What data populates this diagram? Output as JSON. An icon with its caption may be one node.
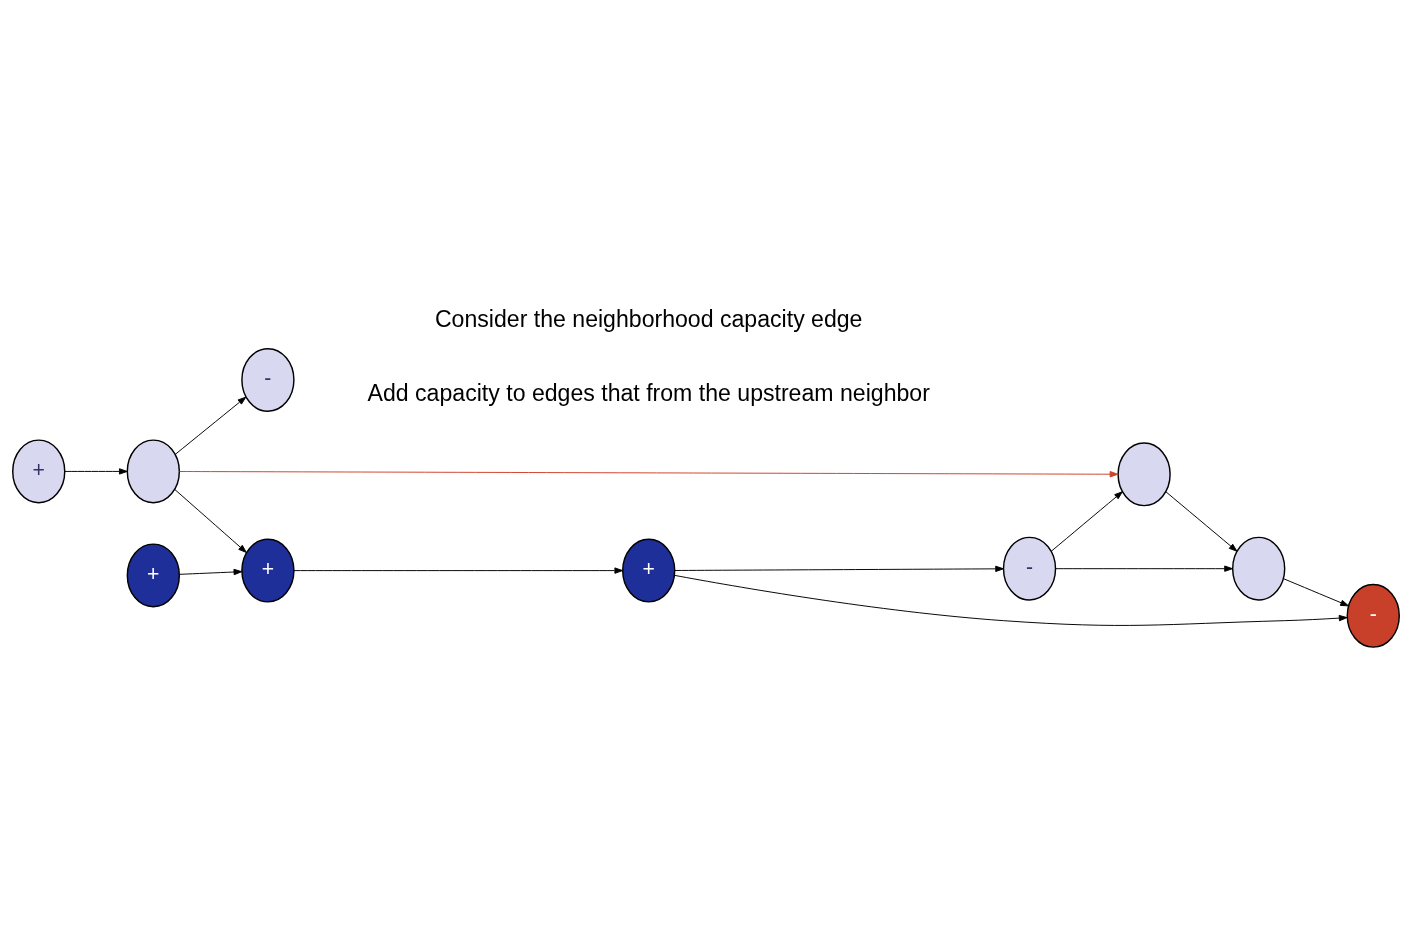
{
  "diagram": {
    "nodes": [
      {
        "text": [
          "+"
        ]
      },
      {
        "text": [],
        "shape": "circle"
      },
      {
        "text": [],
        "shape": "circle"
      },
      {
        "text": [
          "-"
        ]
      },
      {
        "text": [
          "-"
        ]
      },
      {
        "text": [],
        "shape": "circle"
      },
      {
        "text": [
          "+"
        ]
      },
      {
        "text": [
          "+"
        ]
      },
      {
        "text": [
          "-"
        ]
      },
      {
        "text": [
          "+"
        ]
      }
    ],
    "edges": [
      {
        "from": 0,
        "to": 5,
        "arrow": "to"
      },
      {
        "from": 5,
        "to": 1,
        "arrow": "to",
        "color": "#d0402a"
      },
      {
        "from": 1,
        "to": 2,
        "arrow": "to"
      },
      {
        "from": 4,
        "to": 1,
        "arrow": "to"
      },
      {
        "from": 4,
        "to": 2,
        "arrow": "to"
      },
      {
        "from": 2,
        "to": 3,
        "arrow": "to"
      },
      {
        "from": 7,
        "to": 3,
        "arrow": "to"
      },
      {
        "from": 7,
        "to": 4,
        "arrow": "to"
      },
      {
        "from": 5,
        "to": 8,
        "arrow": "to"
      },
      {
        "from": 5,
        "to": 9,
        "arrow": "to"
      },
      {
        "from": 6,
        "to": 9,
        "arrow": "to"
      },
      {
        "from": 9,
        "to": 7,
        "arrow": "to"
      }
    ],
    "labels": [
      "Consider the neighborhood capacity edge",
      "Add capacity to edges that from the upstream neighbor"
    ]
  }
}
